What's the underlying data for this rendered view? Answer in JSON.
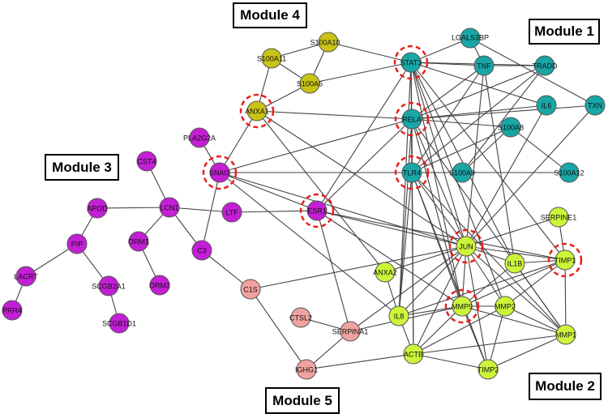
{
  "modules": {
    "m1": "Module 1",
    "m2": "Module 2",
    "m3": "Module 3",
    "m4": "Module 4",
    "m5": "Module 5"
  },
  "colors": {
    "module1": "#19a6a6",
    "module2": "#ccf53a",
    "module3": "#c41fd6",
    "module4": "#c9c414",
    "module5": "#f2a3a0",
    "hub_ring": "#e8201a",
    "edge": "#444444"
  },
  "nodes": [
    {
      "id": "STAT3",
      "label": "STAT3",
      "group": "module1",
      "hub": true
    },
    {
      "id": "LGALS3BP",
      "label": "LGALS3BP",
      "group": "module1",
      "hub": false
    },
    {
      "id": "TNF",
      "label": "TNF",
      "group": "module1",
      "hub": false
    },
    {
      "id": "TRADD",
      "label": "TRADD",
      "group": "module1",
      "hub": false
    },
    {
      "id": "RELA",
      "label": "RELA",
      "group": "module1",
      "hub": true
    },
    {
      "id": "IL6",
      "label": "IL6",
      "group": "module1",
      "hub": false
    },
    {
      "id": "TXN",
      "label": "TXN",
      "group": "module1",
      "hub": false
    },
    {
      "id": "S100A8",
      "label": "S100A8",
      "group": "module1",
      "hub": false
    },
    {
      "id": "TLR4",
      "label": "TLR4",
      "group": "module1",
      "hub": true
    },
    {
      "id": "S100A9",
      "label": "S100A9",
      "group": "module1",
      "hub": false
    },
    {
      "id": "S100A12",
      "label": "S100A12",
      "group": "module1",
      "hub": false
    },
    {
      "id": "S100A10",
      "label": "S100A10",
      "group": "module4",
      "hub": false
    },
    {
      "id": "S100A11",
      "label": "S100A11",
      "group": "module4",
      "hub": false
    },
    {
      "id": "S100A6",
      "label": "S100A6",
      "group": "module4",
      "hub": false
    },
    {
      "id": "ANXA1",
      "label": "ANXA1",
      "group": "module4",
      "hub": true
    },
    {
      "id": "PLA2G2A",
      "label": "PLA2G2A",
      "group": "module3",
      "hub": false
    },
    {
      "id": "SNAI3",
      "label": "SNAI3",
      "group": "module3",
      "hub": true
    },
    {
      "id": "CST4",
      "label": "CST4",
      "group": "module3",
      "hub": false
    },
    {
      "id": "APOD",
      "label": "APOD",
      "group": "module3",
      "hub": false
    },
    {
      "id": "LCN1",
      "label": "LCN1",
      "group": "module3",
      "hub": false
    },
    {
      "id": "LTF",
      "label": "LTF",
      "group": "module3",
      "hub": false
    },
    {
      "id": "ESR1",
      "label": "ESR1",
      "group": "module3",
      "hub": true
    },
    {
      "id": "PIP",
      "label": "PIP",
      "group": "module3",
      "hub": false
    },
    {
      "id": "ORM1",
      "label": "ORM1",
      "group": "module3",
      "hub": false
    },
    {
      "id": "C3",
      "label": "C3",
      "group": "module3",
      "hub": false
    },
    {
      "id": "LACRT",
      "label": "LACRT",
      "group": "module3",
      "hub": false
    },
    {
      "id": "SCGB2A1",
      "label": "SCGB2A1",
      "group": "module3",
      "hub": false
    },
    {
      "id": "ORM2",
      "label": "ORM2",
      "group": "module3",
      "hub": false
    },
    {
      "id": "PRR4",
      "label": "PRR4",
      "group": "module3",
      "hub": false
    },
    {
      "id": "SCGB1D1",
      "label": "SCGB1D1",
      "group": "module3",
      "hub": false
    },
    {
      "id": "C1S",
      "label": "C1S",
      "group": "module5",
      "hub": false
    },
    {
      "id": "CTSL2",
      "label": "CTSL2",
      "group": "module5",
      "hub": false
    },
    {
      "id": "SERPINA1",
      "label": "SERPINA1",
      "group": "module5",
      "hub": false
    },
    {
      "id": "IGHG1",
      "label": "IGHG1",
      "group": "module5",
      "hub": false
    },
    {
      "id": "SERPINE1",
      "label": "SERPINE1",
      "group": "module2",
      "hub": false
    },
    {
      "id": "JUN",
      "label": "JUN",
      "group": "module2",
      "hub": true
    },
    {
      "id": "TIMP1",
      "label": "TIMP1",
      "group": "module2",
      "hub": true
    },
    {
      "id": "IL1B",
      "label": "IL1B",
      "group": "module2",
      "hub": false
    },
    {
      "id": "ANXA2",
      "label": "ANXA2",
      "group": "module2",
      "hub": false
    },
    {
      "id": "MMP9",
      "label": "MMP9",
      "group": "module2",
      "hub": true
    },
    {
      "id": "MMP2",
      "label": "MMP2",
      "group": "module2",
      "hub": false
    },
    {
      "id": "IL8",
      "label": "IL8",
      "group": "module2",
      "hub": false
    },
    {
      "id": "MMP1",
      "label": "MMP1",
      "group": "module2",
      "hub": false
    },
    {
      "id": "ACTB",
      "label": "ACTB",
      "group": "module2",
      "hub": false
    },
    {
      "id": "TIMP2",
      "label": "TIMP2",
      "group": "module2",
      "hub": false
    }
  ],
  "edges": [
    [
      "S100A10",
      "S100A11"
    ],
    [
      "S100A10",
      "S100A6"
    ],
    [
      "S100A11",
      "S100A6"
    ],
    [
      "S100A11",
      "ANXA1"
    ],
    [
      "S100A6",
      "ANXA1"
    ],
    [
      "S100A10",
      "STAT3"
    ],
    [
      "S100A6",
      "STAT3"
    ],
    [
      "ANXA1",
      "RELA"
    ],
    [
      "ANXA1",
      "SNAI3"
    ],
    [
      "ANXA1",
      "JUN"
    ],
    [
      "ANXA1",
      "ANXA2"
    ],
    [
      "STAT3",
      "LGALS3BP"
    ],
    [
      "STAT3",
      "TNF"
    ],
    [
      "STAT3",
      "TRADD"
    ],
    [
      "STAT3",
      "RELA"
    ],
    [
      "STAT3",
      "TLR4"
    ],
    [
      "STAT3",
      "IL6"
    ],
    [
      "STAT3",
      "JUN"
    ],
    [
      "STAT3",
      "ESR1"
    ],
    [
      "STAT3",
      "MMP9"
    ],
    [
      "STAT3",
      "TIMP1"
    ],
    [
      "STAT3",
      "IL8"
    ],
    [
      "STAT3",
      "MMP2"
    ],
    [
      "STAT3",
      "IL1B"
    ],
    [
      "LGALS3BP",
      "TNF"
    ],
    [
      "LGALS3BP",
      "TXN"
    ],
    [
      "TNF",
      "TRADD"
    ],
    [
      "TNF",
      "RELA"
    ],
    [
      "TNF",
      "TLR4"
    ],
    [
      "TNF",
      "JUN"
    ],
    [
      "TNF",
      "IL1B"
    ],
    [
      "TRADD",
      "RELA"
    ],
    [
      "TRADD",
      "TLR4"
    ],
    [
      "RELA",
      "IL6"
    ],
    [
      "RELA",
      "TXN"
    ],
    [
      "RELA",
      "TLR4"
    ],
    [
      "RELA",
      "SNAI3"
    ],
    [
      "RELA",
      "JUN"
    ],
    [
      "RELA",
      "ESR1"
    ],
    [
      "RELA",
      "MMP9"
    ],
    [
      "RELA",
      "IL8"
    ],
    [
      "RELA",
      "ACTB"
    ],
    [
      "RELA",
      "MMP1"
    ],
    [
      "RELA",
      "S100A8"
    ],
    [
      "TLR4",
      "S100A8"
    ],
    [
      "TLR4",
      "S100A9"
    ],
    [
      "TLR4",
      "SNAI3"
    ],
    [
      "TLR4",
      "JUN"
    ],
    [
      "TLR4",
      "IL8"
    ],
    [
      "TLR4",
      "MMP9"
    ],
    [
      "TLR4",
      "ACTB"
    ],
    [
      "TLR4",
      "TIMP2"
    ],
    [
      "TLR4",
      "MMP1"
    ],
    [
      "S100A8",
      "S100A9"
    ],
    [
      "S100A9",
      "S100A12"
    ],
    [
      "S100A8",
      "S100A12"
    ],
    [
      "TRADD",
      "S100A9"
    ],
    [
      "TXN",
      "JUN"
    ],
    [
      "IL6",
      "JUN"
    ],
    [
      "SNAI3",
      "PLA2G2A"
    ],
    [
      "SNAI3",
      "C3"
    ],
    [
      "SNAI3",
      "ESR1"
    ],
    [
      "SNAI3",
      "JUN"
    ],
    [
      "SNAI3",
      "IL8"
    ],
    [
      "CST4",
      "LCN1"
    ],
    [
      "APOD",
      "LCN1"
    ],
    [
      "LCN1",
      "ORM1"
    ],
    [
      "LCN1",
      "LTF"
    ],
    [
      "LCN1",
      "C3"
    ],
    [
      "LTF",
      "ESR1"
    ],
    [
      "APOD",
      "PIP"
    ],
    [
      "PIP",
      "LACRT"
    ],
    [
      "PIP",
      "SCGB2A1"
    ],
    [
      "LACRT",
      "PRR4"
    ],
    [
      "SCGB2A1",
      "SCGB1D1"
    ],
    [
      "ORM1",
      "ORM2"
    ],
    [
      "C3",
      "C1S"
    ],
    [
      "ESR1",
      "JUN"
    ],
    [
      "ESR1",
      "SERPINA1"
    ],
    [
      "ESR1",
      "TIMP1"
    ],
    [
      "ESR1",
      "MMP9"
    ],
    [
      "C1S",
      "JUN"
    ],
    [
      "C1S",
      "IGHG1"
    ],
    [
      "CTSL2",
      "SERPINA1"
    ],
    [
      "SERPINA1",
      "MMP9"
    ],
    [
      "SERPINA1",
      "JUN"
    ],
    [
      "IGHG1",
      "ACTB"
    ],
    [
      "IGHG1",
      "SERPINA1"
    ],
    [
      "JUN",
      "SERPINE1"
    ],
    [
      "JUN",
      "TIMP1"
    ],
    [
      "JUN",
      "IL1B"
    ],
    [
      "JUN",
      "ANXA2"
    ],
    [
      "JUN",
      "MMP9"
    ],
    [
      "JUN",
      "MMP2"
    ],
    [
      "JUN",
      "IL8"
    ],
    [
      "JUN",
      "MMP1"
    ],
    [
      "JUN",
      "ACTB"
    ],
    [
      "JUN",
      "TIMP2"
    ],
    [
      "TIMP1",
      "IL1B"
    ],
    [
      "TIMP1",
      "MMP2"
    ],
    [
      "TIMP1",
      "MMP1"
    ],
    [
      "TIMP1",
      "MMP9"
    ],
    [
      "TIMP1",
      "IL8"
    ],
    [
      "IL1B",
      "MMP9"
    ],
    [
      "IL1B",
      "MMP1"
    ],
    [
      "ANXA2",
      "IL8"
    ],
    [
      "MMP9",
      "MMP2"
    ],
    [
      "MMP9",
      "IL8"
    ],
    [
      "MMP9",
      "MMP1"
    ],
    [
      "MMP9",
      "TIMP2"
    ],
    [
      "MMP9",
      "ACTB"
    ],
    [
      "MMP2",
      "MMP1"
    ],
    [
      "MMP2",
      "TIMP2"
    ],
    [
      "MMP2",
      "ACTB"
    ],
    [
      "IL8",
      "ACTB"
    ],
    [
      "ACTB",
      "TIMP2"
    ],
    [
      "ACTB",
      "MMP1"
    ],
    [
      "TIMP2",
      "MMP1"
    ],
    [
      "SERPINE1",
      "TIMP1"
    ]
  ]
}
